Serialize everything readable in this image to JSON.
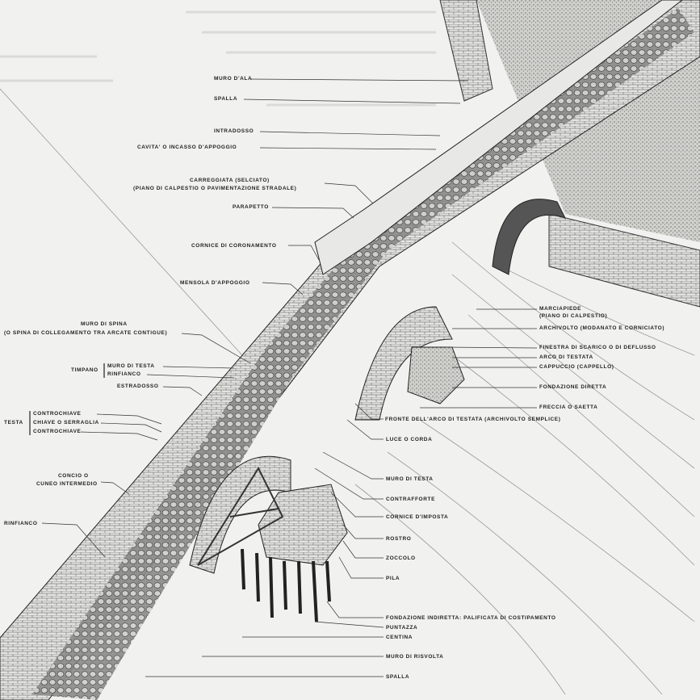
{
  "labels_left": {
    "muro_d_ala": "MURO D'ALA",
    "spalla_top": "SPALLA",
    "intradosso": "INTRADOSSO",
    "cavita": "CAVITA' O INCASSO D'APPOGGIO",
    "carreggiata": "CARREGGIATA (SELCIATO)",
    "carreggiata_sub": "(PIANO DI CALPESTIO O PAVIMENTAZIONE STRADALE)",
    "parapetto": "PARAPETTO",
    "cornice_coronamento": "CORNICE DI CORONAMENTO",
    "mensola": "MENSOLA D'APPOGGIO",
    "muro_spina": "MURO DI SPINA",
    "muro_spina_sub": "(O SPINA DI COLLEGAMENTO TRA ARCATE CONTIGUE)",
    "timpano": "TIMPANO",
    "timpano_muro_testa": "MURO DI TESTA",
    "timpano_rinfianco": "RINFIANCO",
    "estradosso": "ESTRADOSSO",
    "testa": "TESTA",
    "controchiave_1": "CONTROCHIAVE",
    "chiave": "CHIAVE O SERRAGLIA",
    "controchiave_2": "CONTROCHIAVE",
    "concio": "CONCIO O",
    "concio_sub": "CUNEO INTERMEDIO",
    "rinfianco": "RINFIANCO"
  },
  "labels_right": {
    "marciapiede": "MARCIAPIEDE",
    "marciapiede_sub": "(PIANO DI CALPESTIO)",
    "archivolto": "ARCHIVOLTO (MODANATO E CORNICIATO)",
    "finestra": "FINESTRA DI SCARICO O DI DEFLUSSO",
    "arco_testata": "ARCO DI TESTATA",
    "cappuccio": "CAPPUCCIO (CAPPELLO)",
    "fondazione_diretta": "FONDAZIONE DIRETTA",
    "freccia": "FRECCIA O SAETTA",
    "fronte": "FRONTE DELL'ARCO DI TESTATA (ARCHIVOLTO SEMPLICE)",
    "luce": "LUCE O CORDA",
    "muro_testa": "MURO DI TESTA",
    "contrafforte": "CONTRAFFORTE",
    "cornice_imposta": "CORNICE D'IMPOSTA",
    "rostro": "ROSTRO",
    "zoccolo": "ZOCCOLO",
    "pila": "PILA",
    "fondazione_indiretta": "FONDAZIONE INDIRETTA: PALIFICATA DI COSTIPAMENTO",
    "puntazza": "PUNTAZZA",
    "centina": "CENTINA",
    "muro_risvolta": "MURO DI RISVOLTA",
    "spalla_bottom": "SPALLA"
  }
}
